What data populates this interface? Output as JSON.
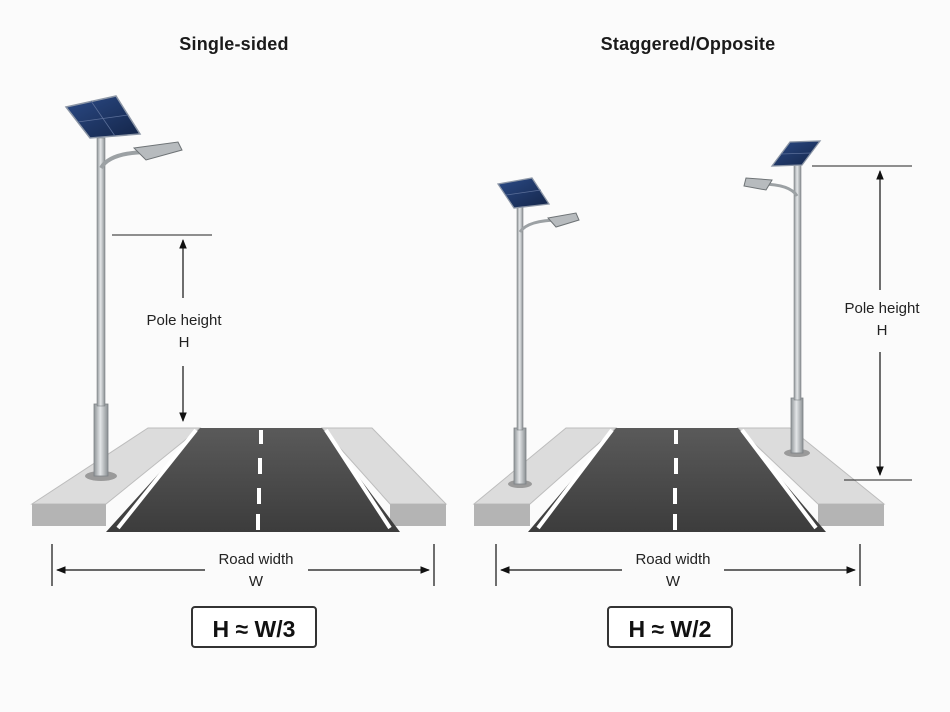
{
  "left": {
    "title": "Single-sided",
    "pole_label": "Pole height",
    "pole_symbol": "H",
    "road_label": "Road width",
    "road_symbol": "W",
    "formula": "H ≈ W/3"
  },
  "right": {
    "title": "Staggered/Opposite",
    "pole_label": "Pole height",
    "pole_symbol": "H",
    "road_label": "Road width",
    "road_symbol": "W",
    "formula": "H ≈ W/2"
  },
  "colors": {
    "asphalt": "#4a4a4a",
    "sidewalk": "#d9d9d9",
    "curb": "#a8a8a8",
    "pole": "#bfc3c6",
    "solar_panel": "#1f3566",
    "lane_marking": "#ffffff"
  }
}
